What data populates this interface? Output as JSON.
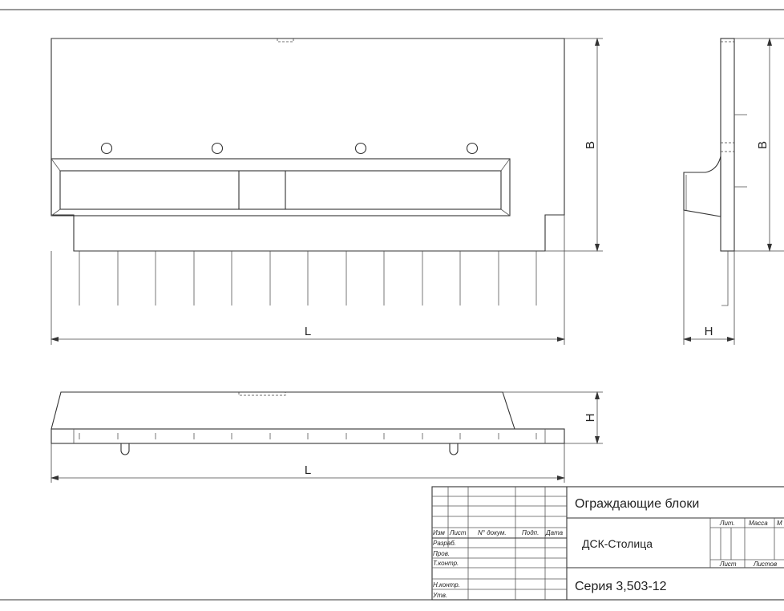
{
  "dimensions": {
    "length": "L",
    "height_b": "B",
    "thickness": "H"
  },
  "title_block": {
    "row_headers": [
      "Изм",
      "Лист",
      "N° докум.",
      "Подп.",
      "Дата"
    ],
    "roles": [
      "Разраб.",
      "Пров.",
      "Т.контр.",
      "Н.контр.",
      "Утв."
    ],
    "title": "Ограждающие блоки",
    "organization": "ДСК-Столица",
    "series": "Серия 3,503-12",
    "lit_label": "Лит.",
    "mass_label": "Масса",
    "scale_label": "М",
    "sheet_label": "Лист",
    "sheets_label": "Листов"
  }
}
